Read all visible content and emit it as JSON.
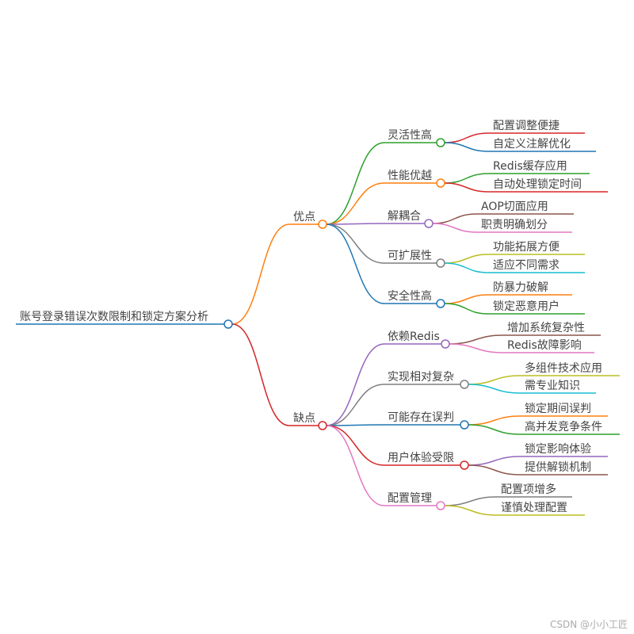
{
  "root": {
    "label": "账号登录错误次数限制和锁定方案分析",
    "color": "#1f77b4"
  },
  "branches": [
    {
      "label": "优点",
      "color": "#ff7f0e",
      "children": [
        {
          "label": "灵活性高",
          "color": "#2ca02c",
          "children": [
            {
              "label": "配置调整便捷",
              "color": "#d62728"
            },
            {
              "label": "自定义注解优化",
              "color": "#1f77b4"
            }
          ]
        },
        {
          "label": "性能优越",
          "color": "#ff7f0e",
          "children": [
            {
              "label": "Redis缓存应用",
              "color": "#2ca02c"
            },
            {
              "label": "自动处理锁定时间",
              "color": "#d62728"
            }
          ]
        },
        {
          "label": "解耦合",
          "color": "#9467bd",
          "children": [
            {
              "label": "AOP切面应用",
              "color": "#8c564b"
            },
            {
              "label": "职责明确划分",
              "color": "#e377c2"
            }
          ]
        },
        {
          "label": "可扩展性",
          "color": "#7f7f7f",
          "children": [
            {
              "label": "功能拓展方便",
              "color": "#bcbd22"
            },
            {
              "label": "适应不同需求",
              "color": "#17becf"
            }
          ]
        },
        {
          "label": "安全性高",
          "color": "#1f77b4",
          "children": [
            {
              "label": "防暴力破解",
              "color": "#ff7f0e"
            },
            {
              "label": "锁定恶意用户",
              "color": "#2ca02c"
            }
          ]
        }
      ]
    },
    {
      "label": "缺点",
      "color": "#d62728",
      "children": [
        {
          "label": "依赖Redis",
          "color": "#9467bd",
          "children": [
            {
              "label": "增加系统复杂性",
              "color": "#8c564b"
            },
            {
              "label": "Redis故障影响",
              "color": "#e377c2"
            }
          ]
        },
        {
          "label": "实现相对复杂",
          "color": "#7f7f7f",
          "children": [
            {
              "label": "多组件技术应用",
              "color": "#bcbd22"
            },
            {
              "label": "需专业知识",
              "color": "#17becf"
            }
          ]
        },
        {
          "label": "可能存在误判",
          "color": "#1f77b4",
          "children": [
            {
              "label": "锁定期间误判",
              "color": "#ff7f0e"
            },
            {
              "label": "高并发竞争条件",
              "color": "#2ca02c"
            }
          ]
        },
        {
          "label": "用户体验受限",
          "color": "#d62728",
          "children": [
            {
              "label": "锁定影响体验",
              "color": "#9467bd"
            },
            {
              "label": "提供解锁机制",
              "color": "#8c564b"
            }
          ]
        },
        {
          "label": "配置管理",
          "color": "#e377c2",
          "children": [
            {
              "label": "配置项增多",
              "color": "#7f7f7f"
            },
            {
              "label": "谨慎处理配置",
              "color": "#bcbd22"
            }
          ]
        }
      ]
    }
  ],
  "watermark": "CSDN @小小工匠"
}
